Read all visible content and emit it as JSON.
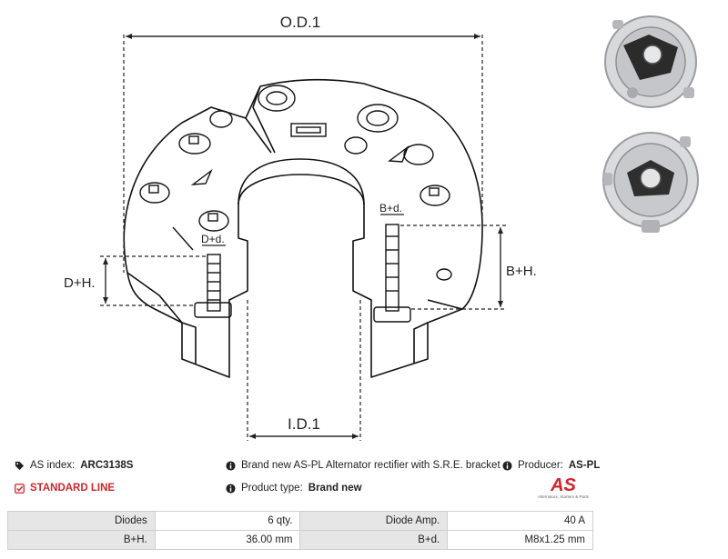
{
  "drawing": {
    "labels": {
      "od": "O.D.1",
      "id": "I.D.1",
      "dh": "D+H.",
      "bh": "B+H.",
      "dd": "D+d.",
      "bd": "B+d."
    }
  },
  "photos": [
    {
      "icon": "alternator-front-photo"
    },
    {
      "icon": "alternator-rear-photo"
    }
  ],
  "info": {
    "index_label": "AS index:",
    "index_value": "ARC3138S",
    "description": "Brand new AS-PL Alternator rectifier with S.R.E. bracket",
    "producer_label": "Producer:",
    "producer_value": "AS-PL",
    "line": "STANDARD LINE",
    "type_label": "Product type:",
    "type_value": "Brand new"
  },
  "brand": {
    "logo": "AS",
    "tagline": "Alternators, Starters & Parts",
    "color": "#d0252b"
  },
  "specs": {
    "rows": [
      [
        {
          "label": "Diodes",
          "value": "6 qty."
        },
        {
          "label": "Diode Amp.",
          "value": "40 A"
        }
      ],
      [
        {
          "label": "B+H.",
          "value": "36.00 mm"
        },
        {
          "label": "B+d.",
          "value": "M8x1.25 mm"
        }
      ]
    ]
  }
}
